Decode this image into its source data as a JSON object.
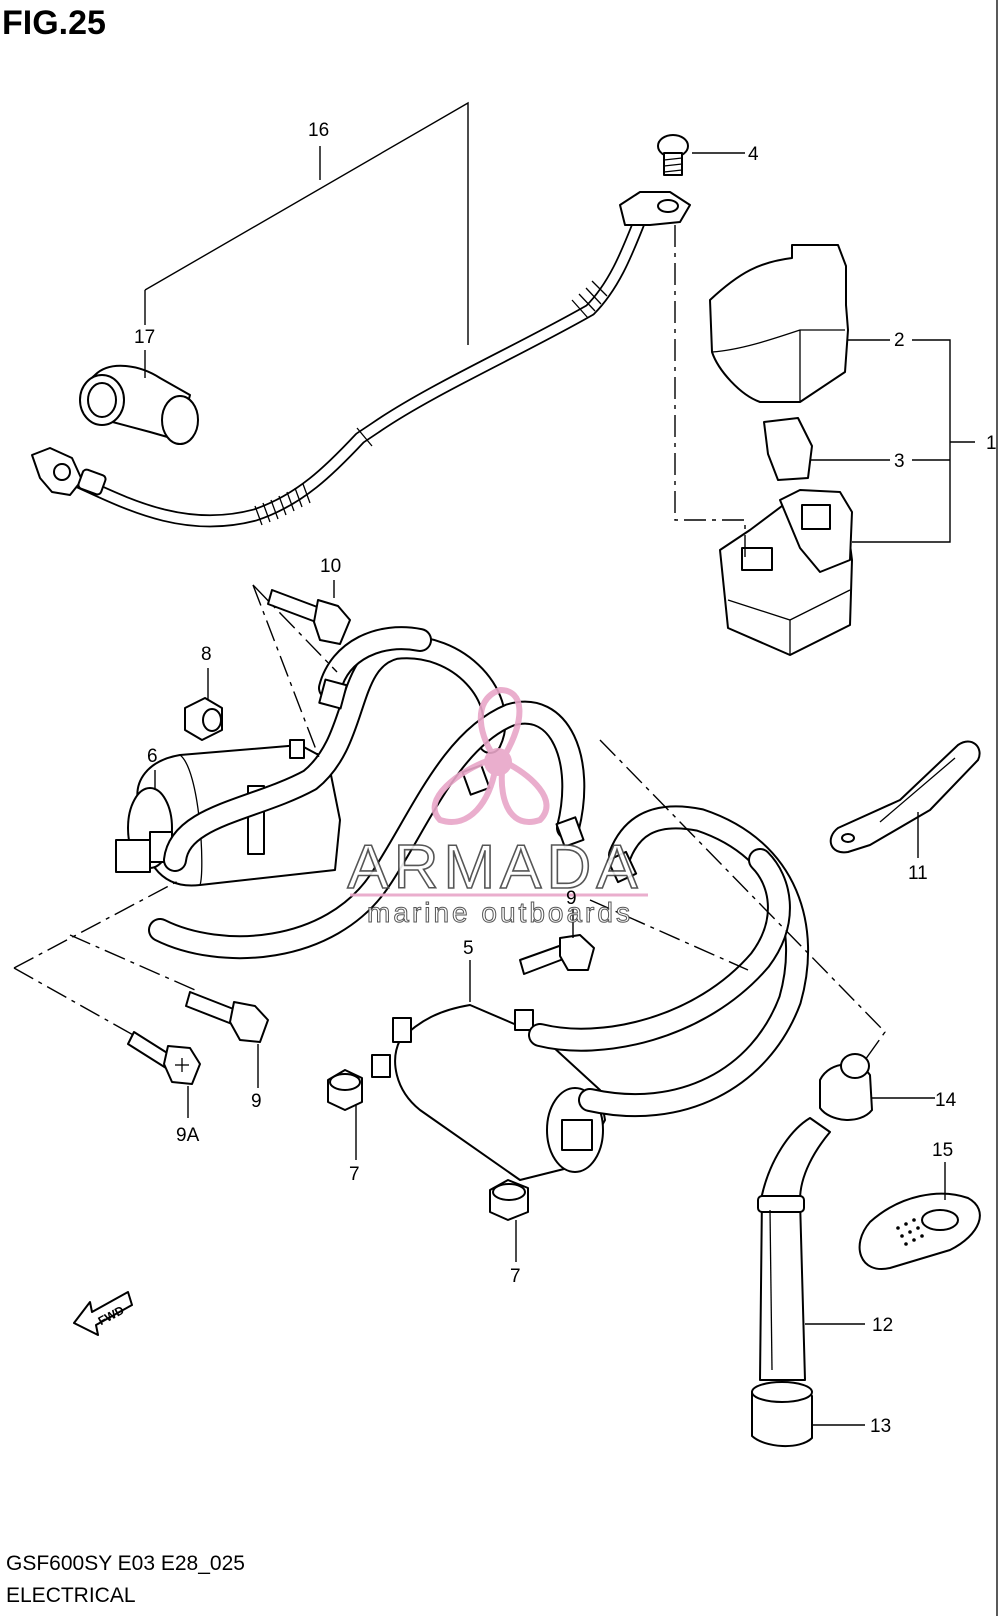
{
  "figure_title": "FIG.25",
  "footer": {
    "model_code": "GSF600SY E03 E28_025",
    "section": "ELECTRICAL"
  },
  "fwd_label": "FWD",
  "watermark": {
    "brand": "ARMADA",
    "tagline": "marine outboards",
    "color": "#e8a6c8"
  },
  "callouts": {
    "p1": "1",
    "p2": "2",
    "p3": "3",
    "p4": "4",
    "p5": "5",
    "p6": "6",
    "p7a": "7",
    "p7b": "7",
    "p8": "8",
    "p9a": "9",
    "p9b": "9",
    "p9A": "9A",
    "p10": "10",
    "p11": "11",
    "p12": "12",
    "p13": "13",
    "p14": "14",
    "p15": "15",
    "p16": "16",
    "p17": "17"
  },
  "parts": [
    {
      "ref": "1",
      "icon": "starter-relay-assembly"
    },
    {
      "ref": "2",
      "icon": "relay-cover"
    },
    {
      "ref": "3",
      "icon": "fuse"
    },
    {
      "ref": "4",
      "icon": "bolt"
    },
    {
      "ref": "5",
      "icon": "ignition-coil"
    },
    {
      "ref": "6",
      "icon": "ignition-coil"
    },
    {
      "ref": "7",
      "icon": "cushion"
    },
    {
      "ref": "8",
      "icon": "cushion"
    },
    {
      "ref": "9",
      "icon": "bolt"
    },
    {
      "ref": "9A",
      "icon": "bolt"
    },
    {
      "ref": "10",
      "icon": "bolt"
    },
    {
      "ref": "11",
      "icon": "strap"
    },
    {
      "ref": "12",
      "icon": "plug-cap"
    },
    {
      "ref": "13",
      "icon": "cap"
    },
    {
      "ref": "14",
      "icon": "grommet"
    },
    {
      "ref": "15",
      "icon": "plate"
    },
    {
      "ref": "16",
      "icon": "battery-cable"
    },
    {
      "ref": "17",
      "icon": "terminal-cover"
    }
  ]
}
